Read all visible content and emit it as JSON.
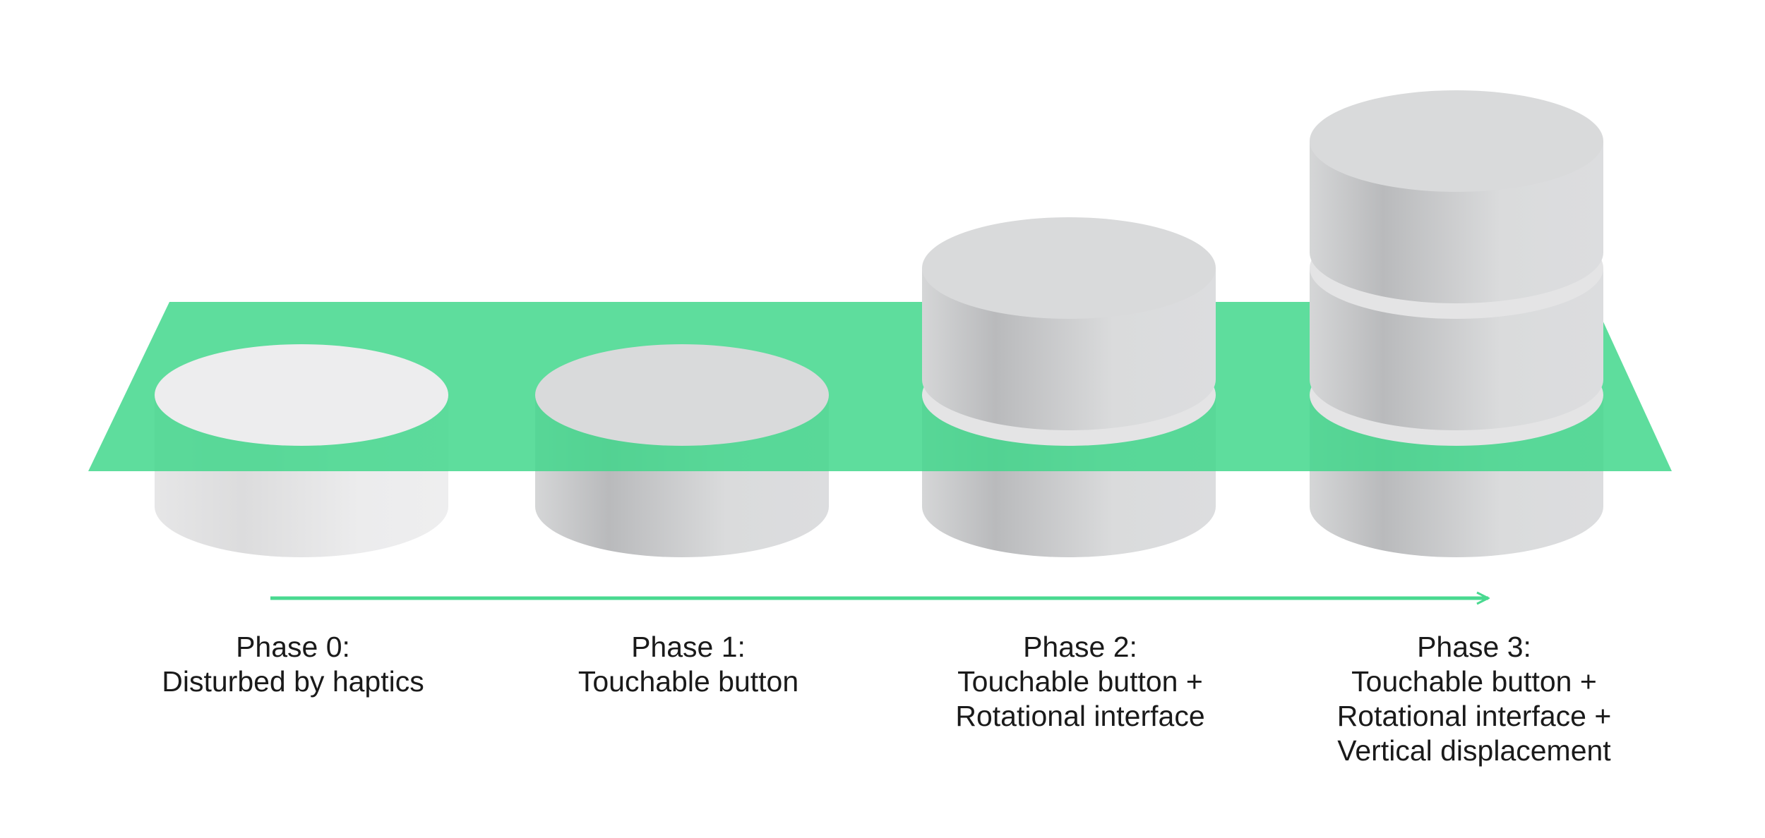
{
  "colors": {
    "plane": "#3fd68a",
    "arrow": "#49d990",
    "cylinder_light": "#e9e9ea",
    "cylinder_mid": "#d6d7d8",
    "cylinder_dark": "#b7b8ba",
    "text": "#1a1a1a"
  },
  "phases": [
    {
      "title": "Phase 0:",
      "lines": [
        "Disturbed by haptics"
      ],
      "stack": 0
    },
    {
      "title": "Phase 1:",
      "lines": [
        "Touchable button"
      ],
      "stack": 0
    },
    {
      "title": "Phase 2:",
      "lines": [
        "Touchable button +",
        "Rotational interface"
      ],
      "stack": 1
    },
    {
      "title": "Phase 3:",
      "lines": [
        "Touchable button +",
        "Rotational interface +",
        "Vertical displacement"
      ],
      "stack": 2
    }
  ]
}
